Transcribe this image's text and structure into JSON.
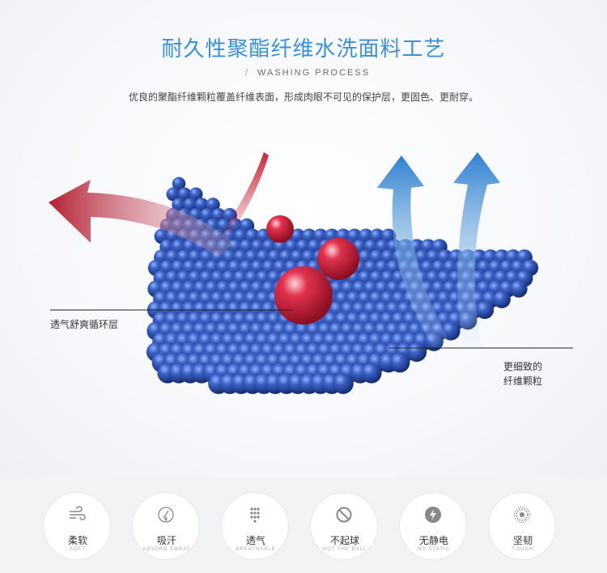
{
  "header": {
    "title": "耐久性聚酯纤维水洗面料工艺",
    "subtitle_prefix": "/",
    "subtitle": "WASHING PROCESS",
    "description": "优良的聚酯纤维颗粒覆盖纤维表面，形成肉眼不可见的保护层，更固色、更耐穿。"
  },
  "labels": {
    "left": "透气舒爽循环层",
    "right_line1": "更细致的",
    "right_line2": "纤维颗粒"
  },
  "features": [
    {
      "zh": "柔软",
      "en": "SOFT",
      "icon": "wind-icon"
    },
    {
      "zh": "吸汗",
      "en": "ABSORB SWEAT",
      "icon": "drop-icon"
    },
    {
      "zh": "透气",
      "en": "BREATHABLE",
      "icon": "dots-icon"
    },
    {
      "zh": "不起球",
      "en": "NOT THE BALL",
      "icon": "no-ball-icon"
    },
    {
      "zh": "无静电",
      "en": "NO STATIC",
      "icon": "lightning-icon"
    },
    {
      "zh": "坚韧",
      "en": "TOUGH",
      "icon": "gear-icon"
    }
  ],
  "colors": {
    "title": "#3b8fd6",
    "ball_blue": "#2a4ea8",
    "drop_red": "#d0213b",
    "arrow_red": "#c8283c",
    "arrow_blue": "#2f80d0"
  }
}
